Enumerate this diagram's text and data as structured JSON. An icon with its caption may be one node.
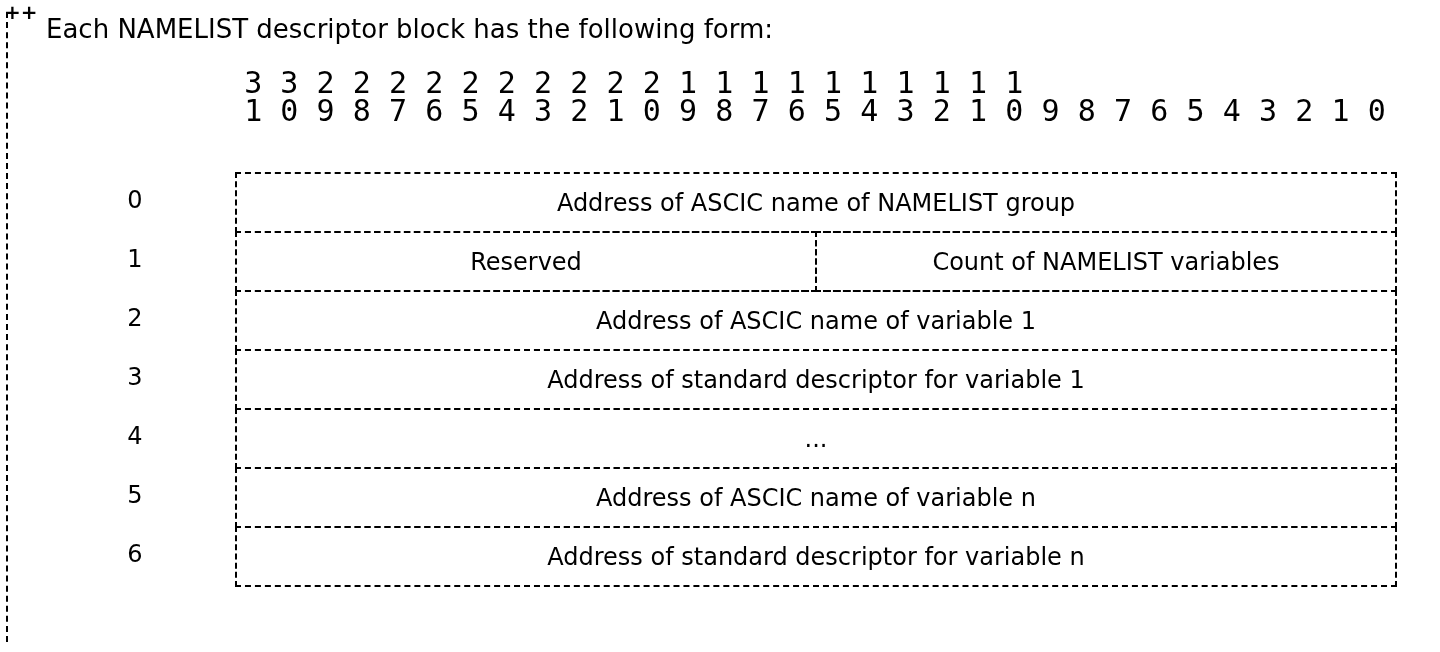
{
  "diagram": {
    "title": "Each NAMELIST descriptor block has the following form:",
    "labels": [
      "++",
      "3 3 2 2 2 2 2 2 2 2 2 2 1 1 1 1 1 1 1 1 1 1",
      "1 0 9 8 7 6 5 4 3 2 1 0 9 8 7 6 5 4 3 2 1 0 9 8 7 6 5 4 3 2 1 0",
      "0",
      "Address of ASCIC name of NAMELIST group",
      "1",
      "Reserved",
      "Count of NAMELIST variables",
      "2",
      "Address of ASCIC name of variable 1",
      "3",
      "Address of standard descriptor for variable 1",
      "4",
      "...",
      "5",
      "Address of ASCIC name of variable n",
      "6",
      "Address of standard descriptor for variable n"
    ]
  }
}
